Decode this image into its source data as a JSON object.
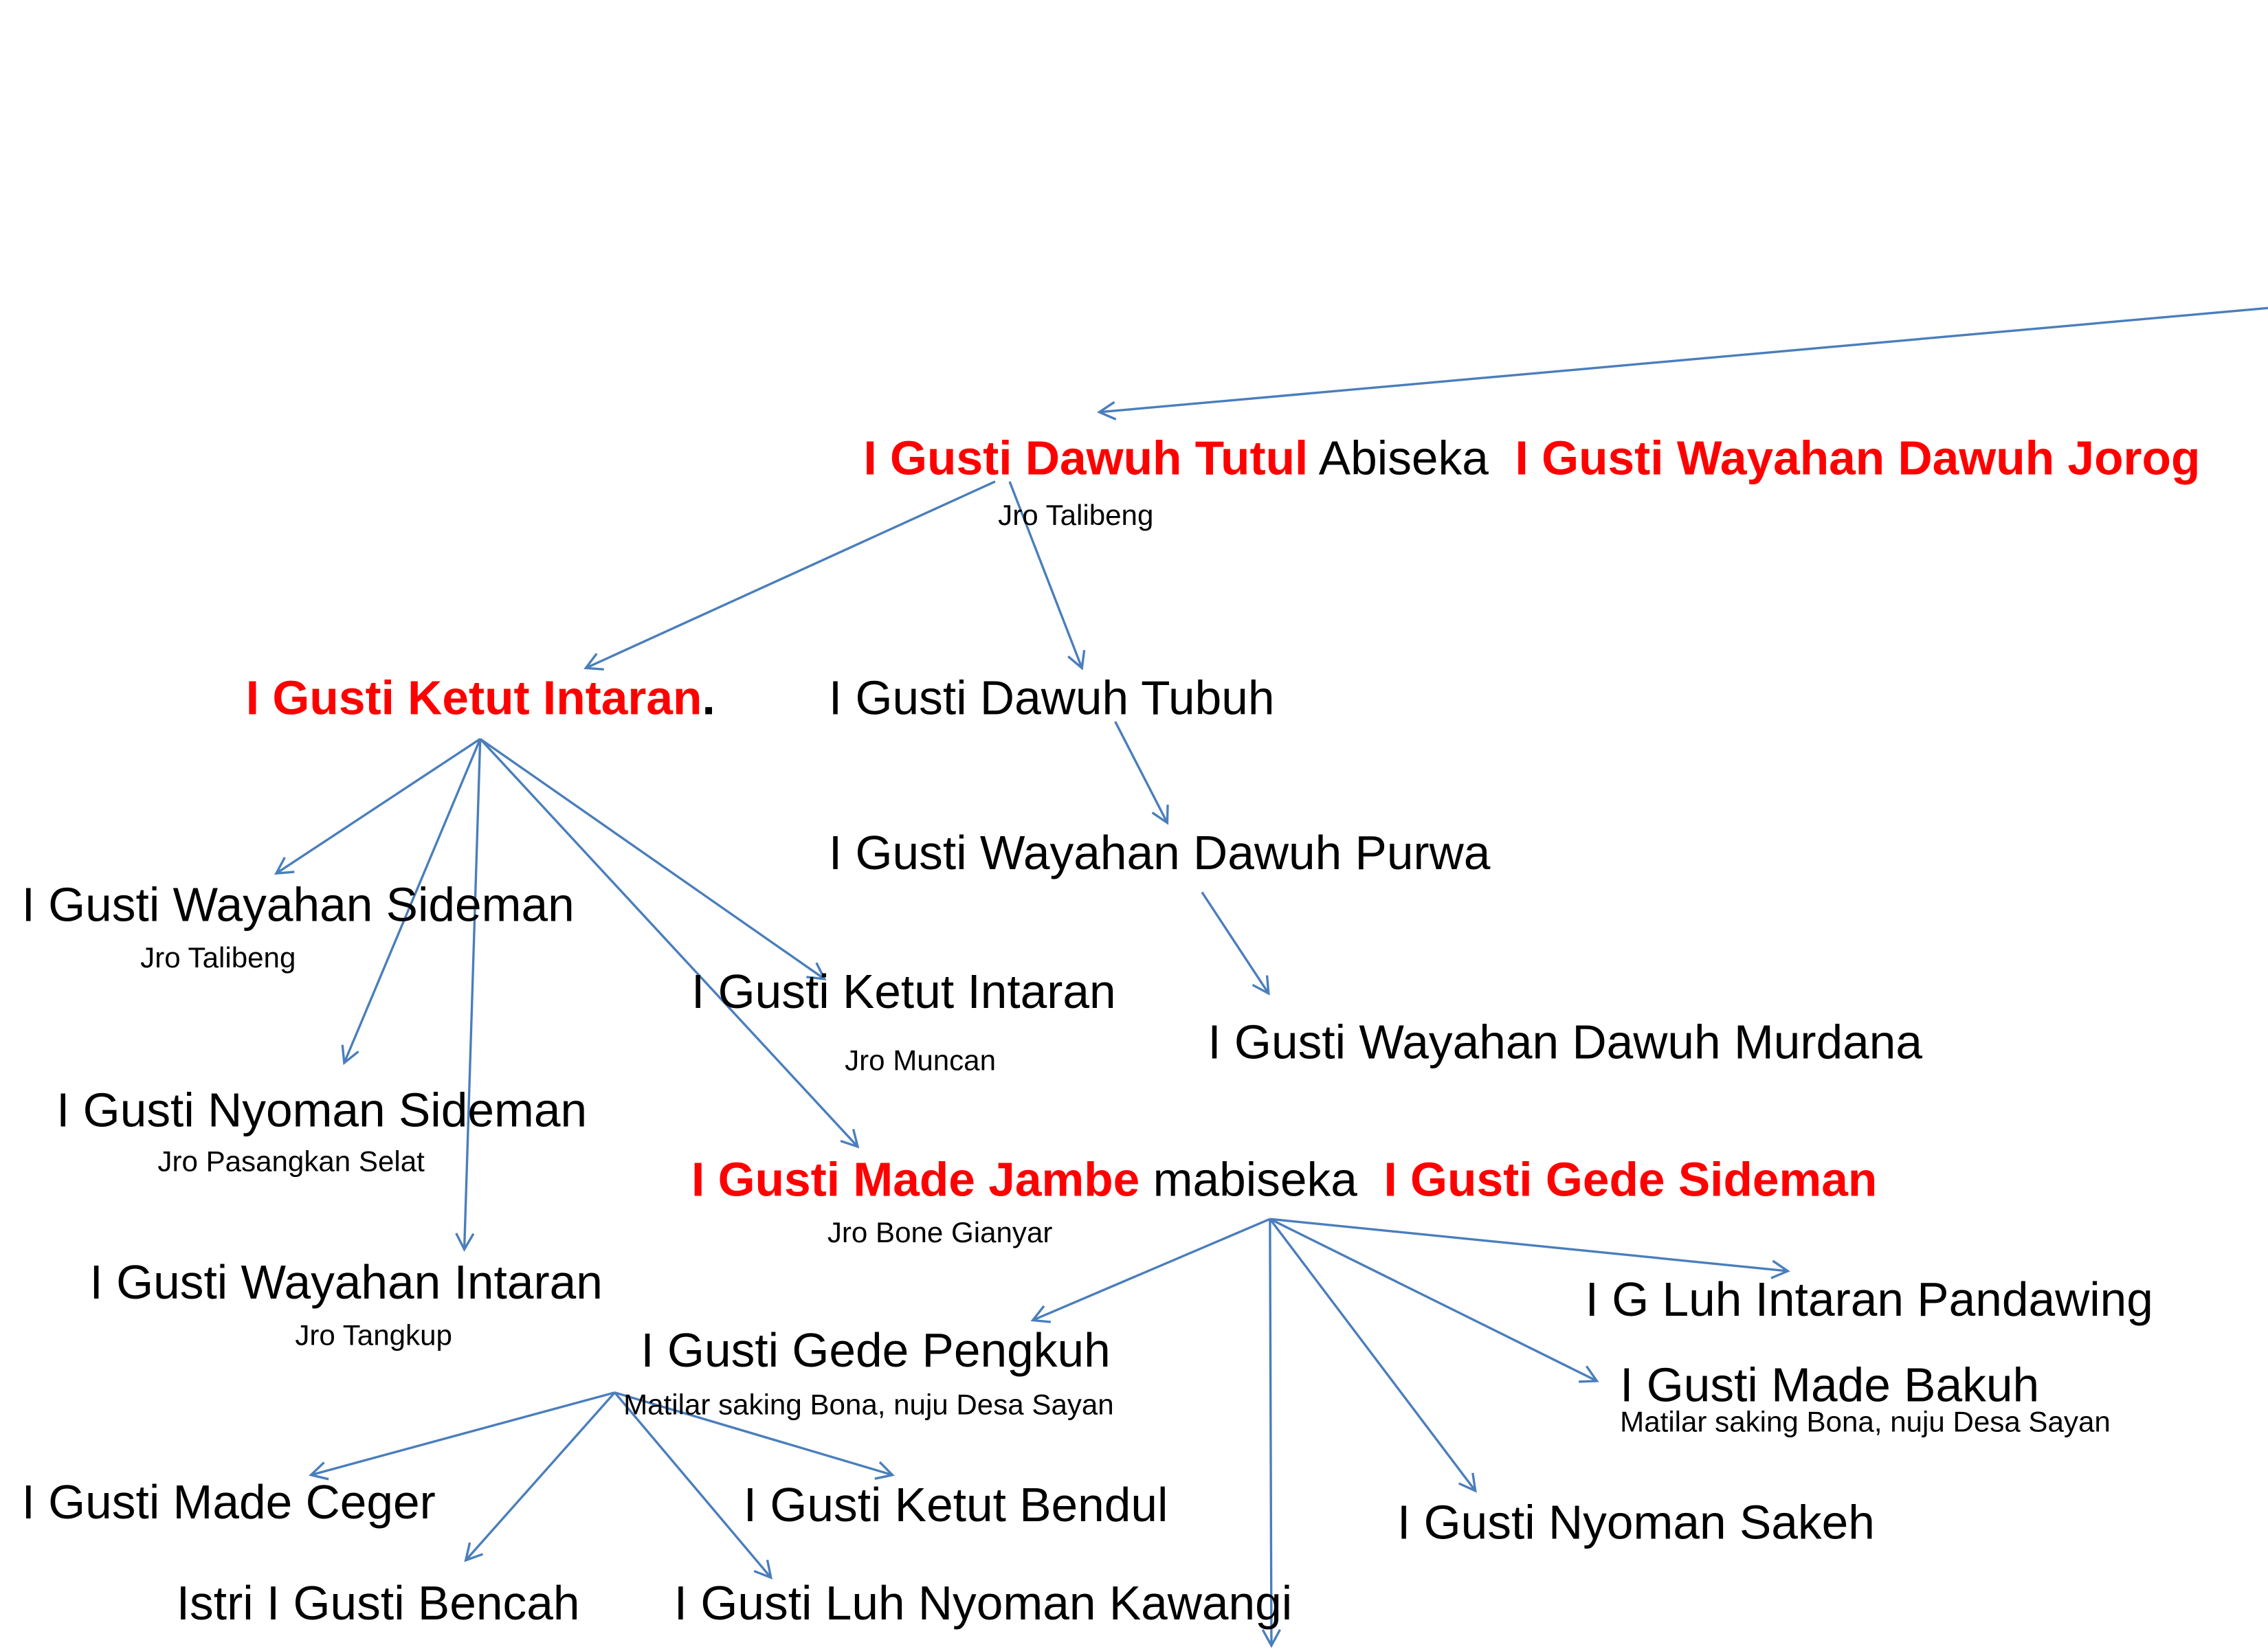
{
  "colors": {
    "arrow": "#4a7ebb",
    "highlight": "#ff0000",
    "text": "#000000"
  },
  "root": {
    "name_a": "I Gusti Dawuh Tutul",
    "connector": " Abiseka  ",
    "name_b": "I Gusti Wayahan Dawuh Jorog",
    "note": "Jro Talibeng"
  },
  "ketut_intaran_main": {
    "name": "I Gusti Ketut Intaran",
    "suffix": "."
  },
  "dawuh_tubuh": {
    "name": "I Gusti Dawuh Tubuh"
  },
  "dawuh_purwa": {
    "name": "I Gusti Wayahan Dawuh Purwa"
  },
  "dawuh_murdana": {
    "name": "I Gusti Wayahan Dawuh Murdana"
  },
  "wayahan_sideman": {
    "name": "I Gusti Wayahan Sideman",
    "note": "Jro Talibeng"
  },
  "ketut_intaran_child": {
    "name": "I Gusti Ketut Intaran",
    "note": "Jro Muncan"
  },
  "nyoman_sideman": {
    "name": "I Gusti Nyoman Sideman",
    "note": "Jro Pasangkan Selat"
  },
  "made_jambe": {
    "name_a": "I Gusti Made Jambe",
    "connector": " mabiseka  ",
    "name_b": "I Gusti Gede Sideman",
    "note": "Jro Bone Gianyar"
  },
  "wayahan_intaran": {
    "name": "I Gusti Wayahan Intaran",
    "note": "Jro Tangkup"
  },
  "gede_pengkuh": {
    "name": "I Gusti Gede Pengkuh",
    "note": "Matilar saking Bona, nuju Desa Sayan"
  },
  "luh_intaran": {
    "name": "I G Luh Intaran Pandawing"
  },
  "made_bakuh": {
    "name": "I Gusti Made Bakuh",
    "note": "Matilar saking Bona, nuju Desa Sayan"
  },
  "made_ceger": {
    "name": "I Gusti Made Ceger"
  },
  "ketut_bendul": {
    "name": "I Gusti Ketut Bendul"
  },
  "nyoman_sakeh": {
    "name": "I Gusti Nyoman Sakeh"
  },
  "istri_bencah": {
    "name": "Istri I Gusti Bencah"
  },
  "luh_kawangi": {
    "name": "I Gusti Luh Nyoman Kawangi"
  }
}
